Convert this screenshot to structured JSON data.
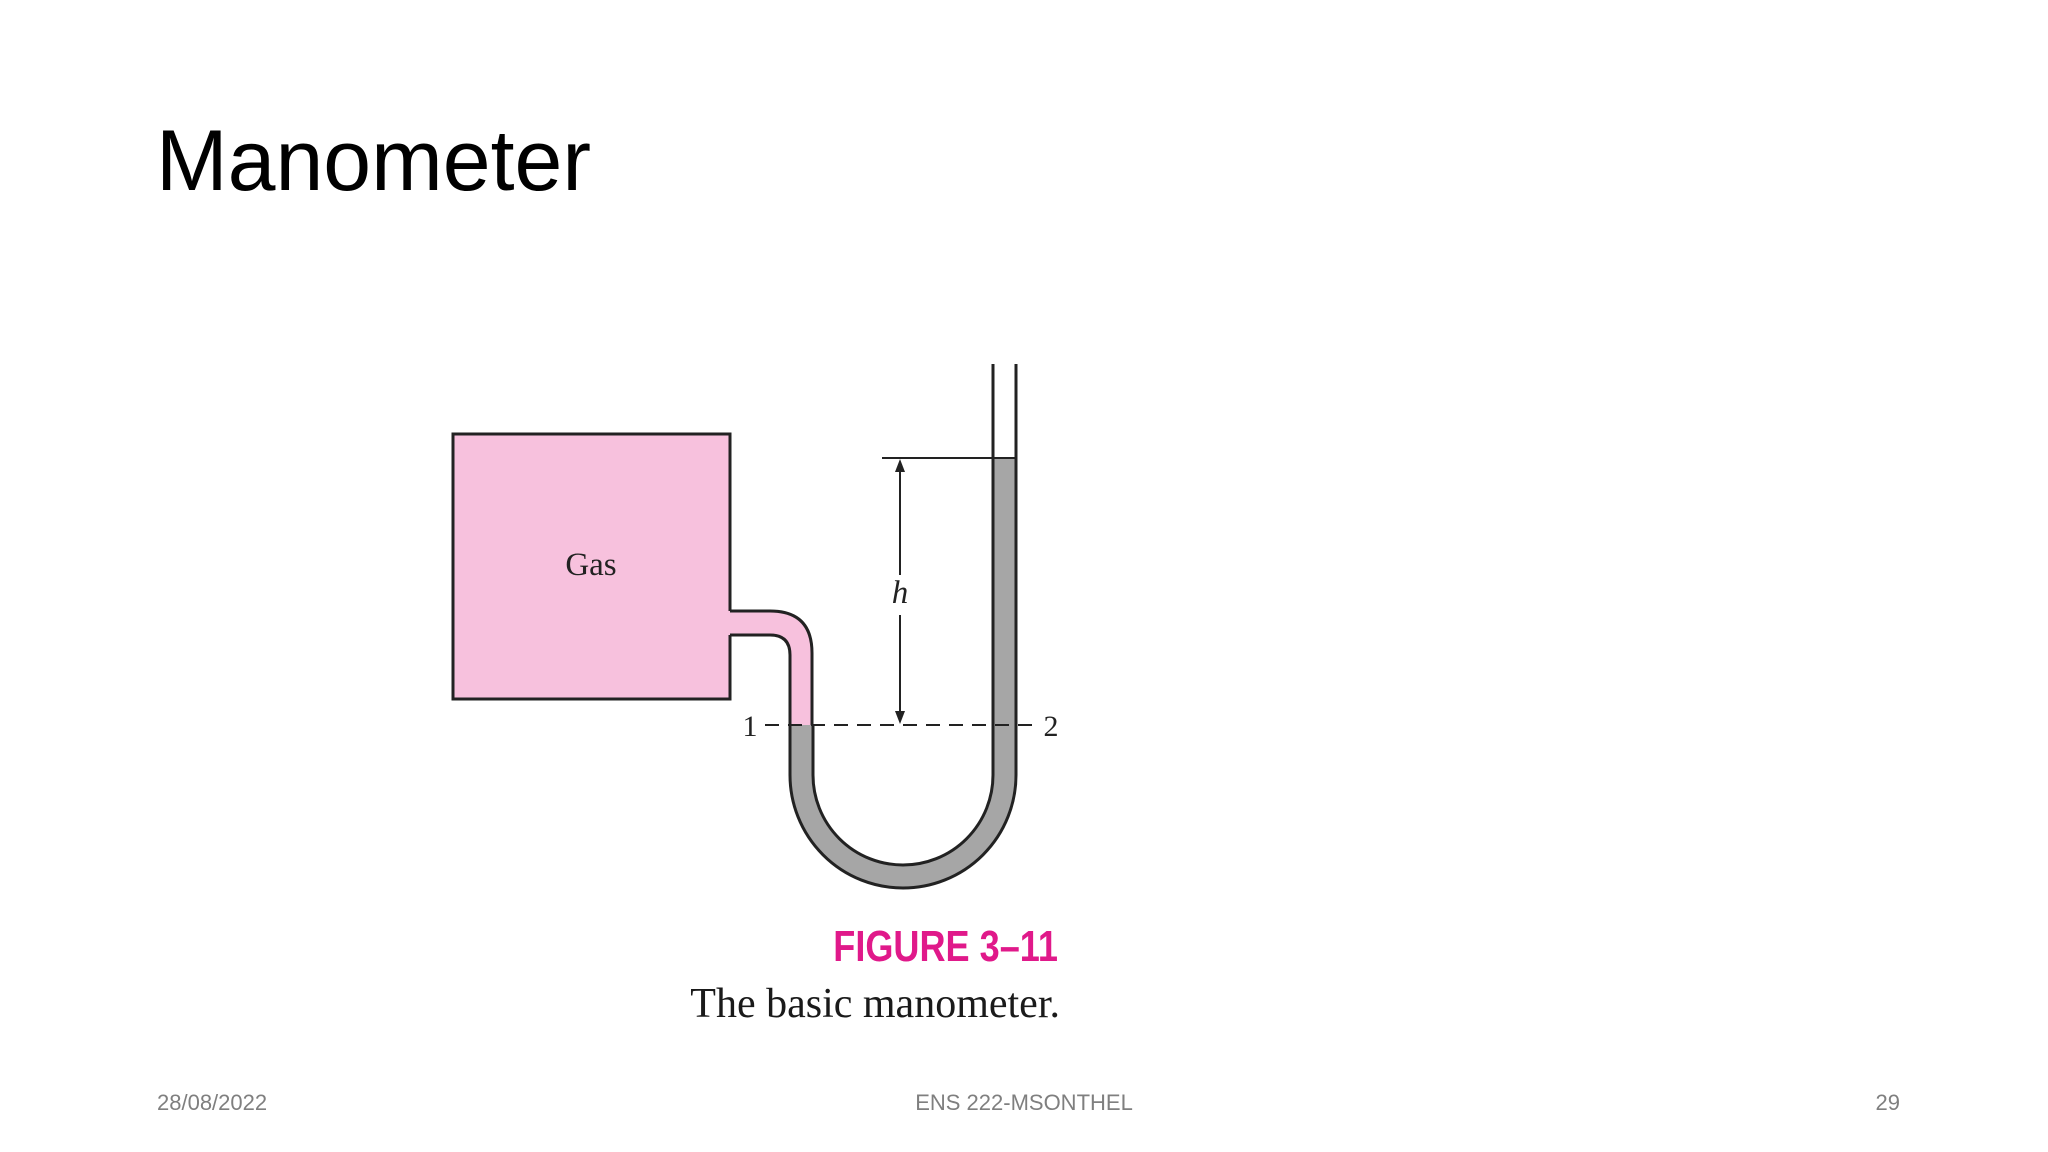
{
  "slide": {
    "title": "Manometer"
  },
  "figure": {
    "gas_label": "Gas",
    "height_label": "h",
    "point1_label": "1",
    "point2_label": "2",
    "figure_number": "FIGURE 3–11",
    "caption": "The basic manometer.",
    "colors": {
      "gas_fill": "#f7c1dd",
      "manometer_fluid": "#a6a6a6",
      "figure_number": "#e0198a"
    }
  },
  "footer": {
    "date": "28/08/2022",
    "center": "ENS 222-MSONTHEL",
    "page_number": "29"
  }
}
